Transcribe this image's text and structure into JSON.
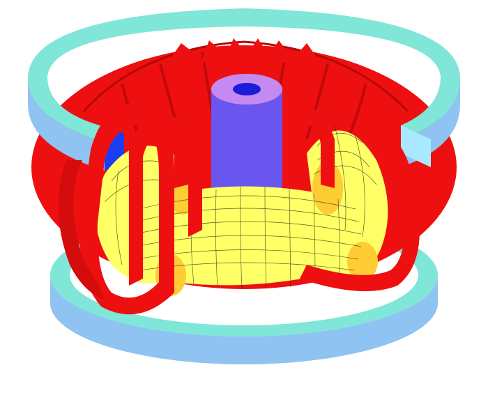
{
  "diagram": {
    "subject": "tokamak-cutaway",
    "colors": {
      "background": "#ffffff",
      "poloidal_coil_top": "#7fe6d8",
      "poloidal_coil_side": "#8fc3f2",
      "poloidal_coil_end": "#1c3cf0",
      "toroidal_coil": "#ee1010",
      "toroidal_coil_dark": "#b40808",
      "plasma": "#ffff66",
      "plasma_shade": "#ffcc33",
      "plasma_mesh": "#2a2a10",
      "central_solenoid": "#6a55ee",
      "central_solenoid_top": "#c58af2",
      "central_solenoid_bore": "#1b1bd8"
    },
    "icons": {
      "top_coil": "ring-shape",
      "bottom_coil": "ring-shape",
      "solenoid": "cylinder-shape",
      "plasma": "torus-shape"
    }
  }
}
